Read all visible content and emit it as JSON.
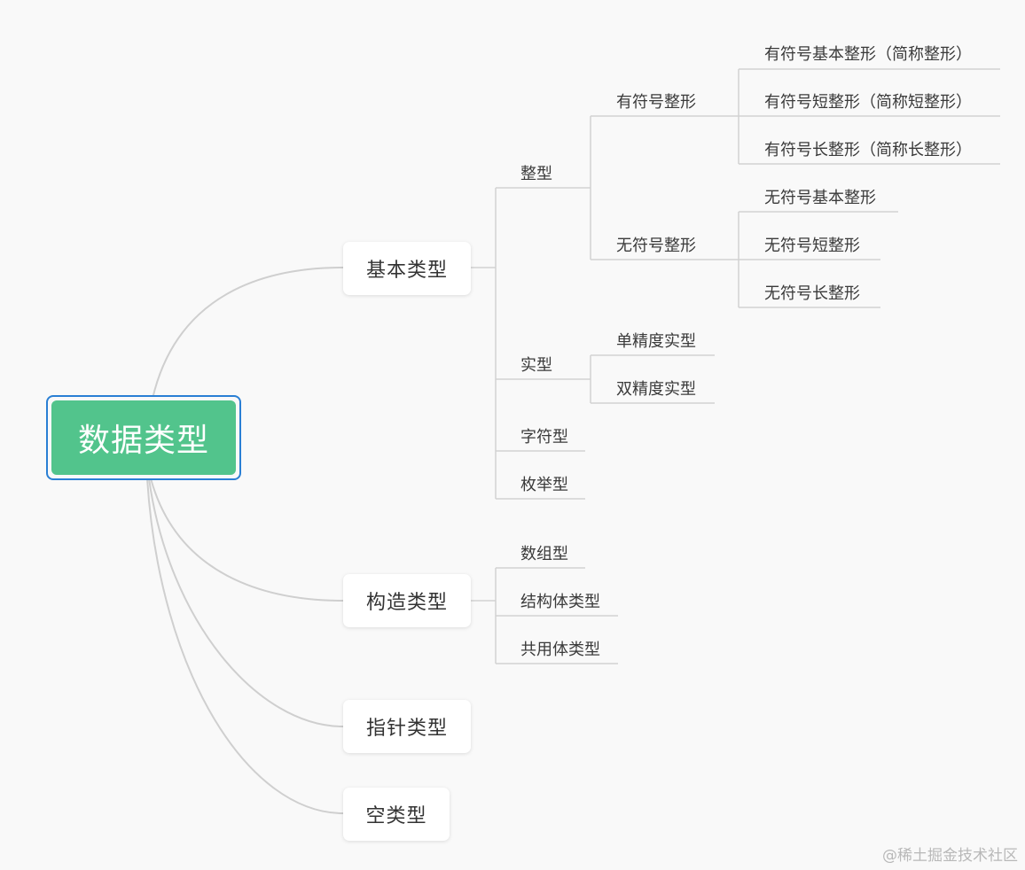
{
  "mindmap": {
    "root": "数据类型",
    "branches": [
      {
        "label": "基本类型",
        "children": [
          {
            "label": "整型",
            "children": [
              {
                "label": "有符号整形",
                "children": [
                  "有符号基本整形（简称整形）",
                  "有符号短整形（简称短整形）",
                  "有符号长整形（简称长整形）"
                ]
              },
              {
                "label": "无符号整形",
                "children": [
                  "无符号基本整形",
                  "无符号短整形",
                  "无符号长整形"
                ]
              }
            ]
          },
          {
            "label": "实型",
            "children": [
              {
                "label": "单精度实型"
              },
              {
                "label": "双精度实型"
              }
            ]
          },
          {
            "label": "字符型"
          },
          {
            "label": "枚举型"
          }
        ]
      },
      {
        "label": "构造类型",
        "children": [
          {
            "label": "数组型"
          },
          {
            "label": "结构体类型"
          },
          {
            "label": "共用体类型"
          }
        ]
      },
      {
        "label": "指针类型"
      },
      {
        "label": "空类型"
      }
    ]
  },
  "watermark": "@稀土掘金技术社区",
  "colors": {
    "root_fill": "#52c48c",
    "root_border": "#2a7fd4",
    "line": "#cccccc"
  }
}
